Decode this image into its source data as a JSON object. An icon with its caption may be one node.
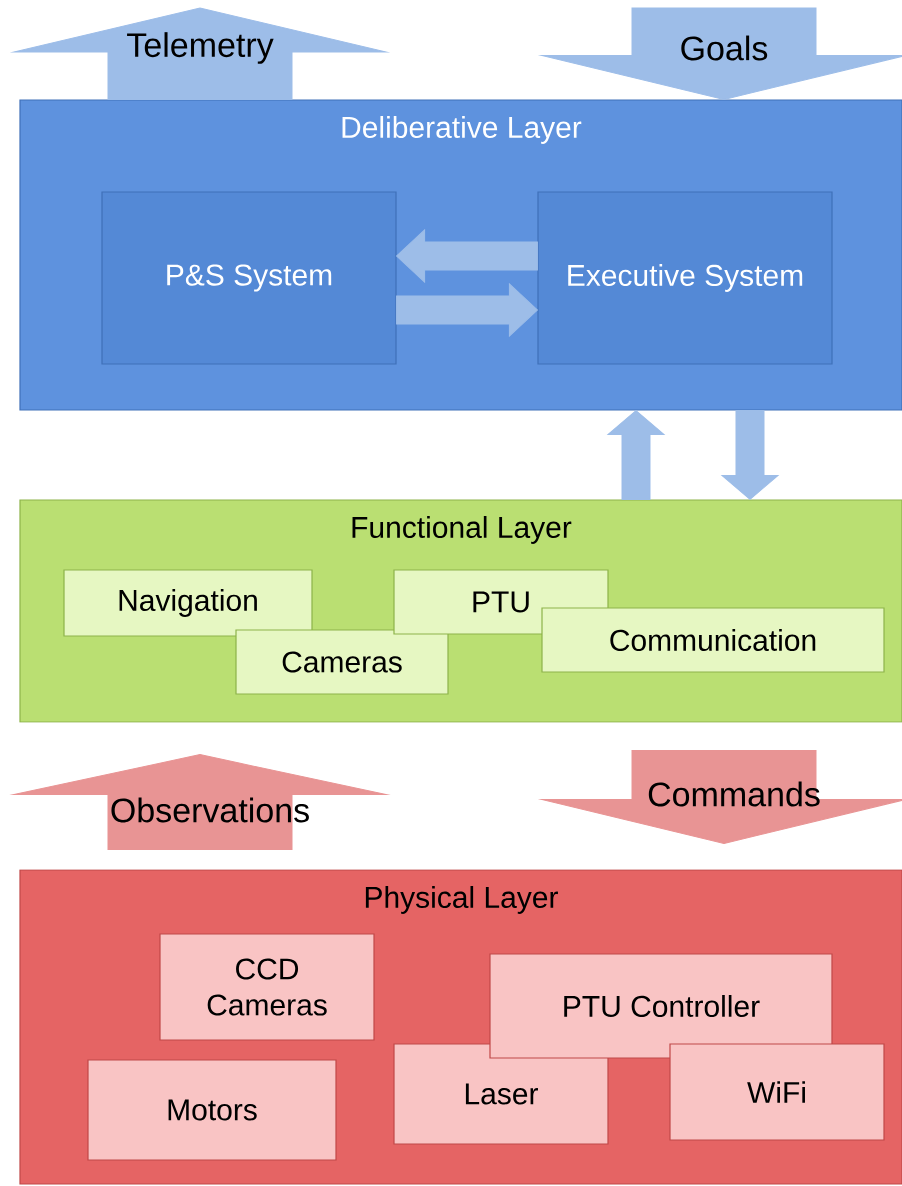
{
  "diagram": {
    "nodes": [
      {
        "text": [
          "Deliberative Layer"
        ]
      },
      {
        "text": [
          "P&S System"
        ],
        "in": 0
      },
      {
        "text": [
          "Executive System"
        ],
        "in": 0
      },
      {
        "text": [
          "Functional Layer"
        ]
      },
      {
        "text": [
          "Navigation"
        ],
        "in": 3
      },
      {
        "text": [
          "Cameras"
        ],
        "in": 3
      },
      {
        "text": [
          "PTU"
        ],
        "in": 3
      },
      {
        "text": [
          "Communication"
        ],
        "in": 3
      },
      {
        "text": [
          "Physical Layer"
        ]
      },
      {
        "text": [
          "CCD Cameras"
        ],
        "in": 8
      },
      {
        "text": [
          "Motors"
        ],
        "in": 8
      },
      {
        "text": [
          "Laser"
        ],
        "in": 8
      },
      {
        "text": [
          "PTU Controller"
        ],
        "in": 8
      },
      {
        "text": [
          "WiFi"
        ],
        "in": 8
      }
    ],
    "edges": [
      {
        "from": 0,
        "to": null,
        "arrow": "to",
        "label": "Telemetry",
        "style": "thick"
      },
      {
        "from": null,
        "to": 0,
        "arrow": "to",
        "label": "Goals",
        "style": "thick"
      },
      {
        "from": 2,
        "to": 1,
        "arrow": "to"
      },
      {
        "from": 1,
        "to": 2,
        "arrow": "to"
      },
      {
        "from": 3,
        "to": 0,
        "arrow": "to"
      },
      {
        "from": 0,
        "to": 3,
        "arrow": "to"
      },
      {
        "from": 8,
        "to": 3,
        "arrow": "to",
        "label": "Observations",
        "style": "thick",
        "color": "#e89494"
      },
      {
        "from": 3,
        "to": 8,
        "arrow": "to",
        "label": "Commands",
        "style": "thick",
        "color": "#e89494"
      }
    ]
  }
}
